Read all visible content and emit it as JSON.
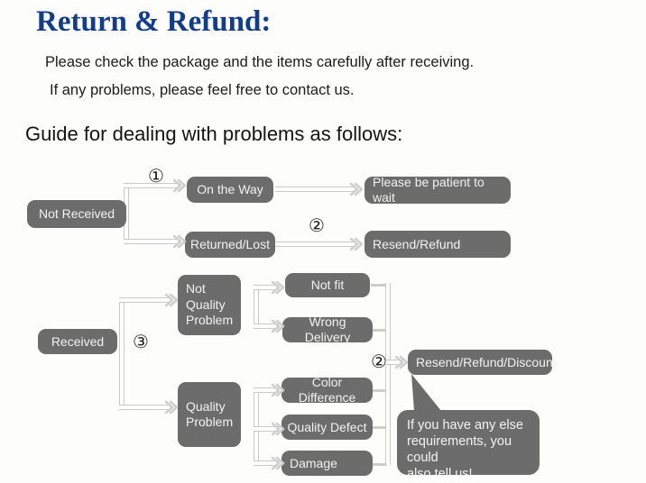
{
  "header": {
    "title": "Return & Refund:",
    "line1": "Please check the package and the items carefully after receiving.",
    "line2": "If any problems, please feel free to contact us.",
    "guide": "Guide for dealing with problems as follows:",
    "title_color": "#123d8c"
  },
  "theme": {
    "node_fill": "#6c6c6c",
    "node_text": "#f2f2f2",
    "connector": "#c9c9c9",
    "background": "#fdfdfb"
  },
  "flow": {
    "markers": {
      "one": "①",
      "two_top": "②",
      "two_bottom": "②",
      "three": "③"
    },
    "marker_plain": {
      "one": "1",
      "two_top": "2",
      "two_bottom": "2",
      "three": "3"
    },
    "not_received": {
      "root": "Not Received",
      "branches": [
        {
          "label": "On the Way",
          "outcome": "Please be patient to wait"
        },
        {
          "label": "Returned/Lost",
          "outcome": "Resend/Refund"
        }
      ]
    },
    "received": {
      "root": "Received",
      "categories": [
        {
          "label": "Not\nQuality\nProblem",
          "reasons": [
            "Not fit",
            "Wrong Delivery"
          ]
        },
        {
          "label": "Quality\nProblem",
          "reasons": [
            "Color Difference",
            "Quality Defect",
            "Damage"
          ]
        }
      ],
      "outcome": "Resend/Refund/Discount"
    },
    "note": "If you have any else\nrequirements, you could\nalso tell us!"
  }
}
